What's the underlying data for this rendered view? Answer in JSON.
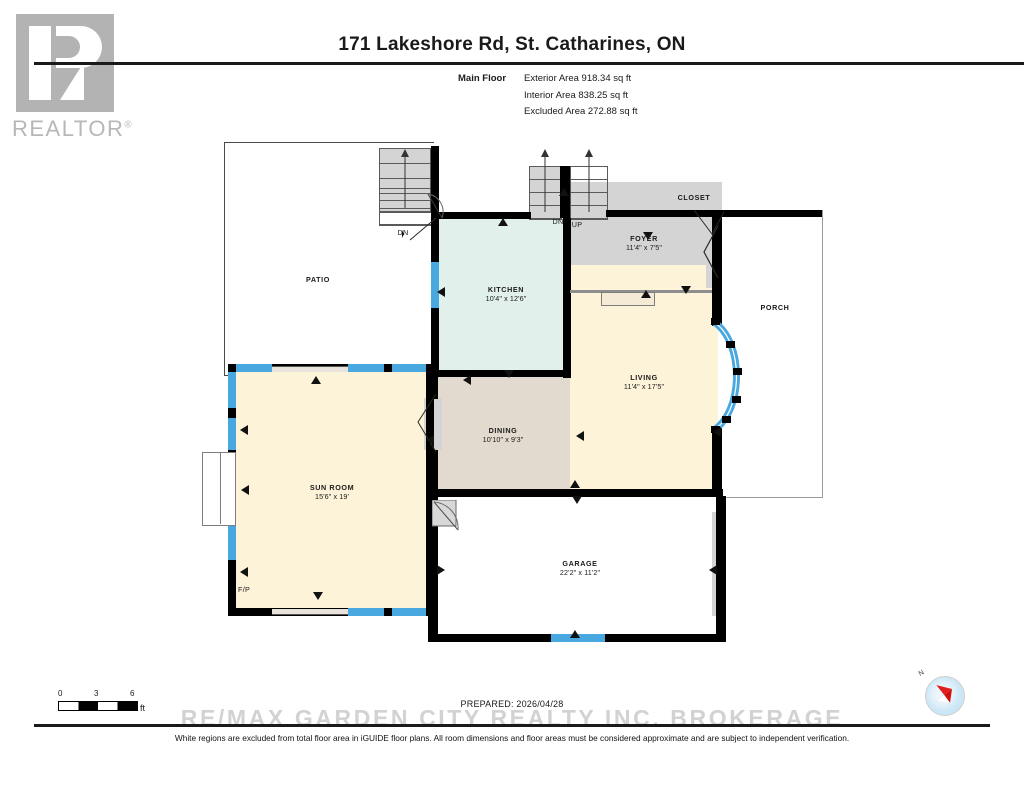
{
  "logo": {
    "wordmark": "REALTOR",
    "registered": "®"
  },
  "header": {
    "title": "171 Lakeshore Rd, St. Catharines, ON",
    "floor_label": "Main Floor",
    "areas": [
      "Exterior Area 918.34 sq ft",
      "Interior Area 838.25 sq ft",
      "Excluded Area 272.88 sq ft"
    ]
  },
  "rooms": [
    {
      "name": "PATIO",
      "dim": "",
      "fill": "#ffffff"
    },
    {
      "name": "KITCHEN",
      "dim": "10'4\" x 12'6\"",
      "fill": "#e2f0ec"
    },
    {
      "name": "FOYER",
      "dim": "11'4\" x 7'5\"",
      "fill": "#d4d4d4"
    },
    {
      "name": "CLOSET",
      "dim": "",
      "fill": "#f6e8d6"
    },
    {
      "name": "LIVING",
      "dim": "11'4\" x 17'5\"",
      "fill": "#fdf3d9"
    },
    {
      "name": "PORCH",
      "dim": "",
      "fill": "#ffffff"
    },
    {
      "name": "DINING",
      "dim": "10'10\" x 9'3\"",
      "fill": "#e2dacf"
    },
    {
      "name": "SUN ROOM",
      "dim": "15'6\" x 19'",
      "fill": "#fdf3d9"
    },
    {
      "name": "GARAGE",
      "dim": "22'2\" x 11'2\"",
      "fill": "#ffffff"
    }
  ],
  "markers": {
    "down": "DN",
    "down2": "DN",
    "up": "UP",
    "fireplace": "F/P"
  },
  "scale": {
    "t0": "0",
    "t1": "3",
    "t2": "6",
    "unit": "ft"
  },
  "footer": {
    "prepared": "PREPARED: 2026/04/28",
    "watermark": "RE/MAX GARDEN CITY REALTY INC. BROKERAGE",
    "disclaimer": "White regions are excluded from total floor area in iGUIDE floor plans. All room dimensions and floor areas must be considered approximate and are subject to independent verification.",
    "compass_north": "N"
  },
  "colors": {
    "wall": "#000000",
    "window": "#4aa8e0",
    "gray_fill": "#d4d4d4",
    "logo_gray": "#b3b3b3"
  }
}
